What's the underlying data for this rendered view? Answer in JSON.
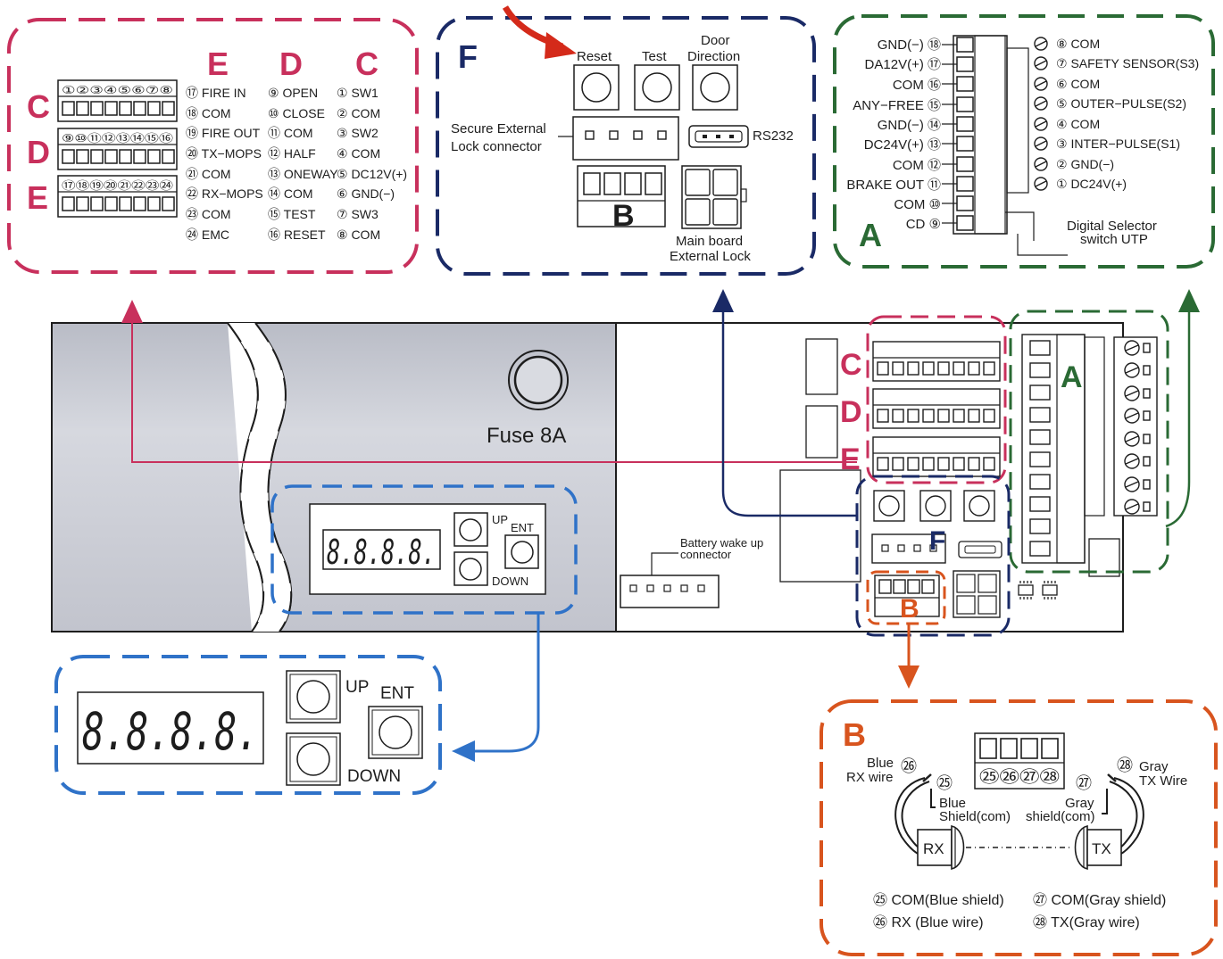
{
  "colors": {
    "magenta": "#c8305c",
    "navy": "#1a2a66",
    "green": "#2a6a34",
    "blue": "#2f72c8",
    "orange": "#d8541e",
    "red_arrow": "#d42a1a",
    "panel_gray": "#c9cbd3",
    "ink": "#1d1d1d"
  },
  "box_labels": {
    "A": "A",
    "B": "B",
    "C": "C",
    "D": "D",
    "E": "E",
    "F": "F"
  },
  "box_c": {
    "row_letters": [
      "C",
      "D",
      "E"
    ],
    "col_letters": [
      "E",
      "D",
      "C"
    ],
    "pin_rows": [
      "①②③④⑤⑥⑦⑧",
      "⑨⑩⑪⑫⑬⑭⑮⑯",
      "⑰⑱⑲⑳㉑㉒㉓㉔"
    ],
    "col_e": [
      "⑰ FIRE IN",
      "⑱ COM",
      "⑲ FIRE OUT",
      "⑳ TX−MOPS",
      "㉑ COM",
      "㉒ RX−MOPS",
      "㉓ COM",
      "㉔ EMC"
    ],
    "col_d": [
      "⑨ OPEN",
      "⑩ CLOSE",
      "⑪ COM",
      "⑫ HALF",
      "⑬ ONEWAY",
      "⑭ COM",
      "⑮ TEST",
      "⑯ RESET"
    ],
    "col_c": [
      "① SW1",
      "② COM",
      "③ SW2",
      "④ COM",
      "⑤ DC12V(+)",
      "⑥ GND(−)",
      "⑦ SW3",
      "⑧ COM"
    ]
  },
  "box_f": {
    "letter": "F",
    "buttons": [
      "Reset",
      "Test",
      "Door Direction"
    ],
    "door_direction_lines": [
      "Door",
      "Direction"
    ],
    "secure_lines": [
      "Secure External",
      "Lock connector"
    ],
    "rs232": "RS232",
    "b_letter": "B",
    "main_board_lines": [
      "Main board",
      "External Lock"
    ]
  },
  "box_a": {
    "letter": "A",
    "left_pins": [
      "GND(−) ⑱",
      "DA12V(+) ⑰",
      "COM ⑯",
      "ANY−FREE ⑮",
      "GND(−) ⑭",
      "DC24V(+) ⑬",
      "COM ⑫",
      "BRAKE OUT ⑪",
      "COM ⑩",
      "CD ⑨"
    ],
    "right_pins": [
      "⑧ COM",
      "⑦ SAFETY SENSOR(S3)",
      "⑥ COM",
      "⑤ OUTER−PULSE(S2)",
      "④ COM",
      "③ INTER−PULSE(S1)",
      "② GND(−)",
      "① DC24V(+)"
    ],
    "digital_lines": [
      "Digital Selector",
      "switch UTP"
    ]
  },
  "board": {
    "fuse": "Fuse 8A",
    "display": "8.8.8.8.",
    "up": "UP",
    "ent": "ENT",
    "down": "DOWN",
    "battery_lines": [
      "Battery wake up",
      "connector"
    ],
    "labels": {
      "A": "A",
      "B": "B",
      "C": "C",
      "D": "D",
      "E": "E",
      "F": "F"
    }
  },
  "display_zoom": {
    "display": "8.8.8.8.",
    "up": "UP",
    "ent": "ENT",
    "down": "DOWN"
  },
  "box_b": {
    "letter": "B",
    "pins": "㉕㉖㉗㉘",
    "blue_rx_lines": [
      "Blue",
      "RX wire"
    ],
    "gray_tx_lines": [
      "Gray",
      "TX Wire"
    ],
    "n25": "㉕",
    "n26": "㉖",
    "n27": "㉗",
    "n28": "㉘",
    "blue_shield_lines": [
      "Blue",
      "Shield(com)"
    ],
    "gray_shield_lines": [
      "Gray",
      "shield(com)"
    ],
    "rx": "RX",
    "tx": "TX",
    "legend": [
      "㉕ COM(Blue shield)",
      "㉖ RX (Blue wire)",
      "㉗ COM(Gray shield)",
      "㉘ TX(Gray wire)"
    ]
  }
}
